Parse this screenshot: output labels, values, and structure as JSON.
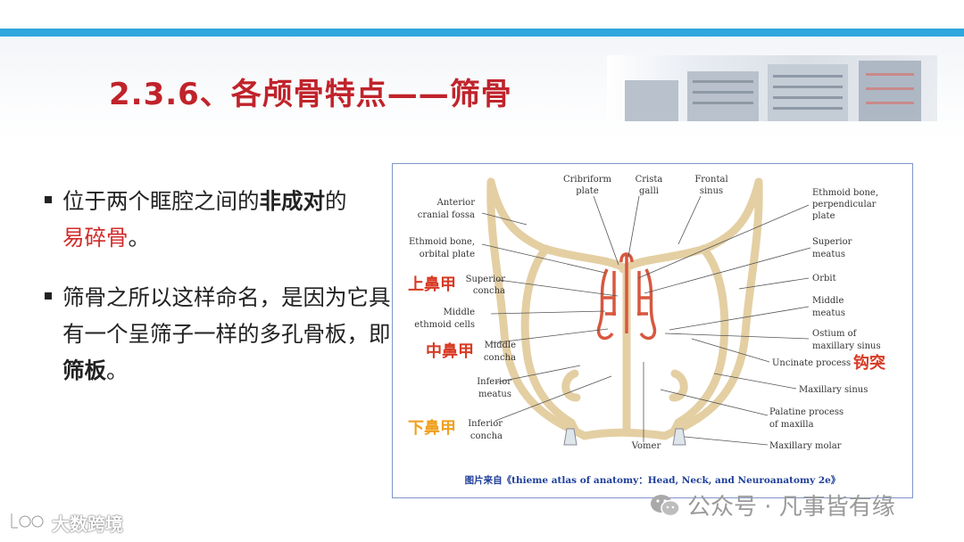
{
  "slide": {
    "title": "2.3.6、各颅骨特点——筛骨",
    "accent_color": "#2fa6dd",
    "title_color": "#c0232b"
  },
  "bullets": [
    {
      "parts": [
        {
          "text": "位于两个眶腔之间的",
          "style": "normal"
        },
        {
          "text": "非成对",
          "style": "bold"
        },
        {
          "text": "的",
          "style": "normal"
        },
        {
          "text": "易碎骨",
          "style": "red"
        },
        {
          "text": "。",
          "style": "normal"
        }
      ]
    },
    {
      "parts": [
        {
          "text": "筛骨之所以这样命名，是因为它具有一个呈筛子一样的多孔骨板，即",
          "style": "normal"
        },
        {
          "text": "筛板",
          "style": "bold"
        },
        {
          "text": "。",
          "style": "normal"
        }
      ]
    }
  ],
  "figure": {
    "labels": {
      "cribriform_1": "Cribriform",
      "cribriform_2": "plate",
      "crista_1": "Crista",
      "crista_2": "galli",
      "frontal_1": "Frontal",
      "frontal_2": "sinus",
      "anterior_1": "Anterior",
      "anterior_2": "cranial fossa",
      "ethmoid_orb_1": "Ethmoid bone,",
      "ethmoid_orb_2": "orbital plate",
      "sup_concha_1": "Superior",
      "sup_concha_2": "concha",
      "mid_cells_1": "Middle",
      "mid_cells_2": "ethmoid cells",
      "mid_concha_1": "Middle",
      "mid_concha_2": "concha",
      "inf_meatus_1": "Inferior",
      "inf_meatus_2": "meatus",
      "inf_concha_1": "Inferior",
      "inf_concha_2": "concha",
      "vomer": "Vomer",
      "ethmoid_perp_1": "Ethmoid bone,",
      "ethmoid_perp_2": "perpendicular",
      "ethmoid_perp_3": "plate",
      "sup_meatus_1": "Superior",
      "sup_meatus_2": "meatus",
      "orbit": "Orbit",
      "mid_meatus_1": "Middle",
      "mid_meatus_2": "meatus",
      "ostium_1": "Ostium of",
      "ostium_2": "maxillary sinus",
      "uncinate": "Uncinate process",
      "max_sinus": "Maxillary sinus",
      "palatine_1": "Palatine process",
      "palatine_2": "of maxilla",
      "molar": "Maxillary molar"
    },
    "callouts": {
      "superior_turbinate": "上鼻甲",
      "middle_turbinate": "中鼻甲",
      "inferior_turbinate": "下鼻甲",
      "uncinate_cn": "钩突"
    },
    "callout_colors": {
      "red": "#d83a24",
      "orange": "#f0a020"
    },
    "caption": "图片来自《thieme atlas of anatomy：Head, Neck, and Neuroanatomy 2e》"
  },
  "watermarks": {
    "right_text": "公众号 · 凡事皆有缘",
    "left_text": "大数跨境",
    "right_icon": "wechat-icon",
    "left_icon": "brand-logo-icon"
  }
}
